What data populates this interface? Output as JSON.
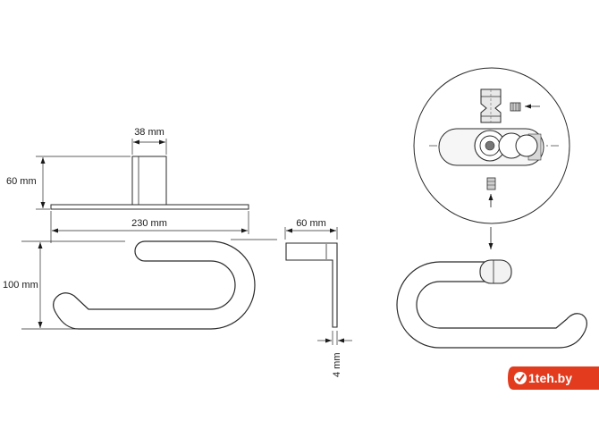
{
  "dimensions": {
    "post_width": "38 mm",
    "plate_height": "60 mm",
    "total_length": "230 mm",
    "depth": "60 mm",
    "hook_height": "100 mm",
    "thickness": "4 mm"
  },
  "watermark": {
    "brand": "1teh.by"
  },
  "colors": {
    "line": "#2a2a2a",
    "accent": "#e23b1e"
  }
}
